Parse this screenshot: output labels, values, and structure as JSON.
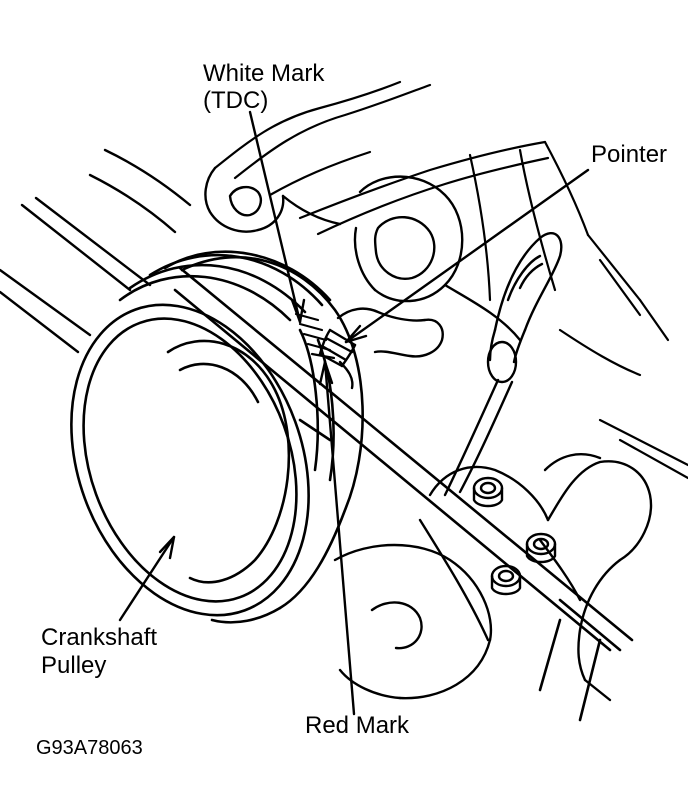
{
  "labels": {
    "white_mark_line1": "White Mark",
    "white_mark_line2": "(TDC)",
    "pointer": "Pointer",
    "crankshaft_line1": "Crankshaft",
    "crankshaft_line2": "Pulley",
    "red_mark": "Red Mark"
  },
  "figure_code": "G93A78063",
  "colors": {
    "line": "#000000",
    "background": "#ffffff"
  }
}
